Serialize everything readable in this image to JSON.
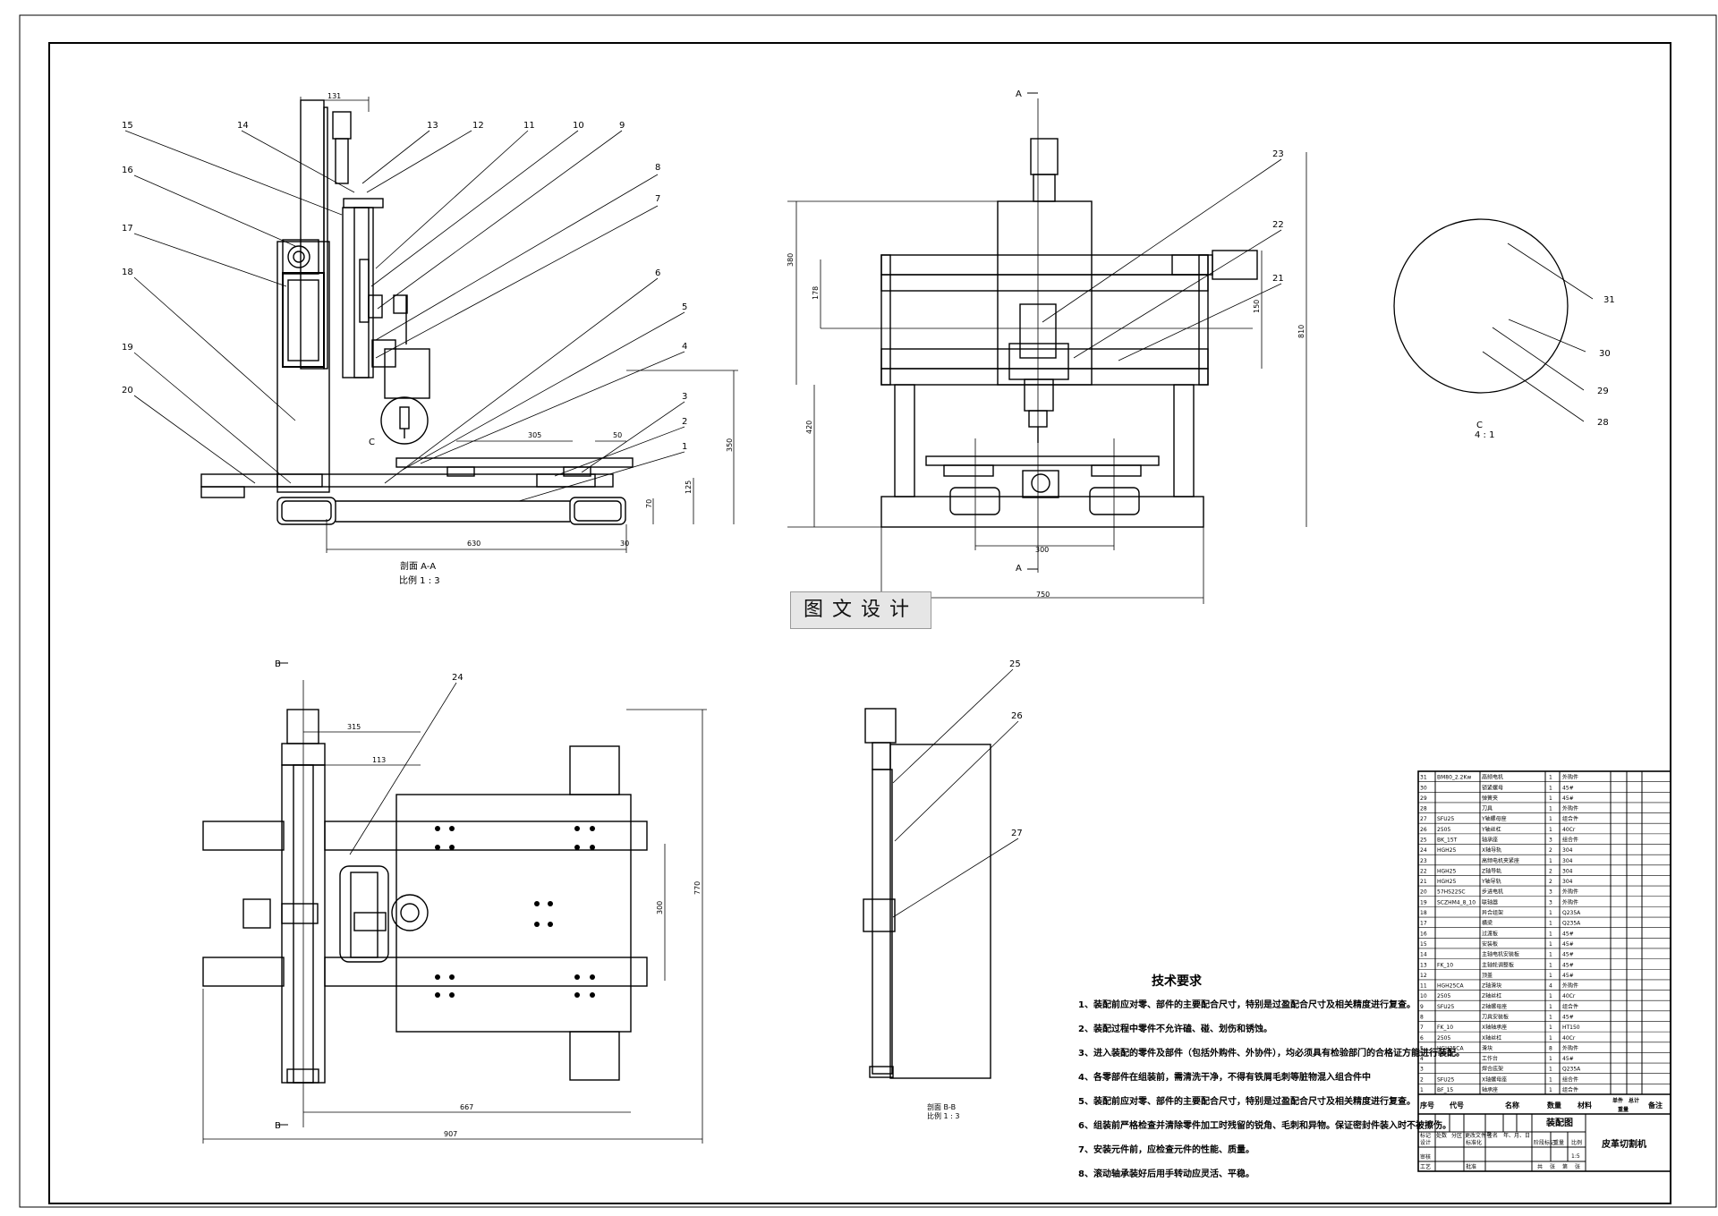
{
  "views": {
    "section_aa": {
      "title": "剖面 A-A",
      "scale": "比例 1 : 3"
    },
    "detail_c": {
      "title": "C",
      "scale": "4 : 1"
    },
    "section_bb": {
      "title": "剖面 B-B",
      "scale": "比例 1 : 3"
    },
    "section_markers": {
      "a_top": "A",
      "a_bottom": "A",
      "b_top": "B",
      "b_bottom": "B",
      "c_mark": "C"
    }
  },
  "dimensions": {
    "aa_131": "131",
    "aa_305": "305",
    "aa_50": "50",
    "aa_350": "350",
    "aa_125": "125",
    "aa_70": "70",
    "aa_630": "630",
    "aa_30": "30",
    "front_380": "380",
    "front_178": "178",
    "front_420": "420",
    "front_810": "810",
    "front_150": "150",
    "front_300": "300",
    "front_750": "750",
    "top_315": "315",
    "top_113": "113",
    "top_300": "300",
    "top_770": "770",
    "top_667": "667",
    "top_907": "907"
  },
  "balloons": [
    "1",
    "2",
    "3",
    "4",
    "5",
    "6",
    "7",
    "8",
    "9",
    "10",
    "11",
    "12",
    "13",
    "14",
    "15",
    "16",
    "17",
    "18",
    "19",
    "20",
    "21",
    "22",
    "23",
    "24",
    "25",
    "26",
    "27",
    "28",
    "29",
    "30",
    "31"
  ],
  "watermark": "图文设计",
  "tech_requirements": {
    "title": "技术要求",
    "items": [
      "1、装配前应对零、部件的主要配合尺寸，特别是过盈配合尺寸及相关精度进行复查。",
      "2、装配过程中零件不允许磕、碰、划伤和锈蚀。",
      "3、进入装配的零件及部件（包括外购件、外协件），均必须具有检验部门的合格证方能进行装配。",
      "4、各零部件在组装前，需清洗干净，不得有铁屑毛刺等脏物混入组合件中",
      "5、装配前应对零、部件的主要配合尺寸，特别是过盈配合尺寸及相关精度进行复查。",
      "6、组装前严格检查并清除零件加工时残留的锐角、毛刺和异物。保证密封件装入时不被擦伤。",
      "7、安装元件前，应检查元件的性能、质量。",
      "8、滚动轴承装好后用手转动应灵活、平稳。"
    ]
  },
  "bom": {
    "header": {
      "seq": "序号",
      "code": "代号",
      "name": "名称",
      "qty": "数量",
      "material": "材料",
      "unit_weight": "单件",
      "total_weight": "总计",
      "weight": "重量",
      "remark": "备注"
    },
    "rows": [
      [
        "31",
        "BM80_2.2Kw",
        "高频电机",
        "1",
        "外购件"
      ],
      [
        "30",
        "",
        "锁紧螺母",
        "1",
        "45#"
      ],
      [
        "29",
        "",
        "弹簧夹",
        "1",
        "45#"
      ],
      [
        "28",
        "",
        "刀具",
        "1",
        "外购件"
      ],
      [
        "27",
        "SFU25",
        "Y轴螺母座",
        "1",
        "组合件"
      ],
      [
        "26",
        "2505",
        "Y轴丝杠",
        "1",
        "40Cr"
      ],
      [
        "25",
        "BK_15T",
        "轴承座",
        "3",
        "组合件"
      ],
      [
        "24",
        "HGH25",
        "X轴导轨",
        "2",
        "304"
      ],
      [
        "23",
        "",
        "高频电机夹紧座",
        "1",
        "304"
      ],
      [
        "22",
        "HGH25",
        "Z轴导轨",
        "2",
        "304"
      ],
      [
        "21",
        "HGH25",
        "Y轴导轨",
        "2",
        "304"
      ],
      [
        "20",
        "57HS22SC",
        "步进电机",
        "3",
        "外购件"
      ],
      [
        "19",
        "SCZHM4_8_10",
        "联轴器",
        "3",
        "外购件"
      ],
      [
        "18",
        "",
        "异合组架",
        "1",
        "Q235A"
      ],
      [
        "17",
        "",
        "横梁",
        "1",
        "Q235A"
      ],
      [
        "16",
        "",
        "过渡板",
        "1",
        "45#"
      ],
      [
        "15",
        "",
        "安装板",
        "1",
        "45#"
      ],
      [
        "14",
        "",
        "主轴电机安装板",
        "1",
        "45#"
      ],
      [
        "13",
        "FK_10",
        "主轴轮调整板",
        "1",
        "45#"
      ],
      [
        "12",
        "",
        "顶盖",
        "1",
        "45#"
      ],
      [
        "11",
        "HGH25CA",
        "Z轴滑块",
        "4",
        "外购件"
      ],
      [
        "10",
        "2505",
        "Z轴丝杠",
        "1",
        "40Cr"
      ],
      [
        "9",
        "SFU25",
        "Z轴螺母座",
        "1",
        "组合件"
      ],
      [
        "8",
        "",
        "刀具安装板",
        "1",
        "45#"
      ],
      [
        "7",
        "FK_10",
        "X轴轴承座",
        "1",
        "HT150"
      ],
      [
        "6",
        "2505",
        "X轴丝杠",
        "1",
        "40Cr"
      ],
      [
        "5",
        "HGH25CA",
        "滑块",
        "8",
        "外购件"
      ],
      [
        "4",
        "",
        "工作台",
        "1",
        "45#"
      ],
      [
        "3",
        "",
        "焊合底架",
        "1",
        "Q235A"
      ],
      [
        "2",
        "SFU25",
        "X轴螺母座",
        "1",
        "组合件"
      ],
      [
        "1",
        "BF_15",
        "轴承座",
        "1",
        "组合件"
      ]
    ]
  },
  "title_block": {
    "drawing_title": "装配图",
    "product_name": "皮革切割机",
    "scale_value": "1:5",
    "labels": {
      "mark": "标记",
      "count": "处数",
      "zone": "分区",
      "change_doc": "更改文件号",
      "signature": "签名",
      "date": "年、月、日",
      "design": "设计",
      "standardize": "标准化",
      "stage_mark": "阶段标记",
      "weight": "重量",
      "scale": "比例",
      "review": "审核",
      "process": "工艺",
      "approve": "批准",
      "total": "共",
      "sheets": "张",
      "page": "第",
      "sheet": "张"
    }
  }
}
